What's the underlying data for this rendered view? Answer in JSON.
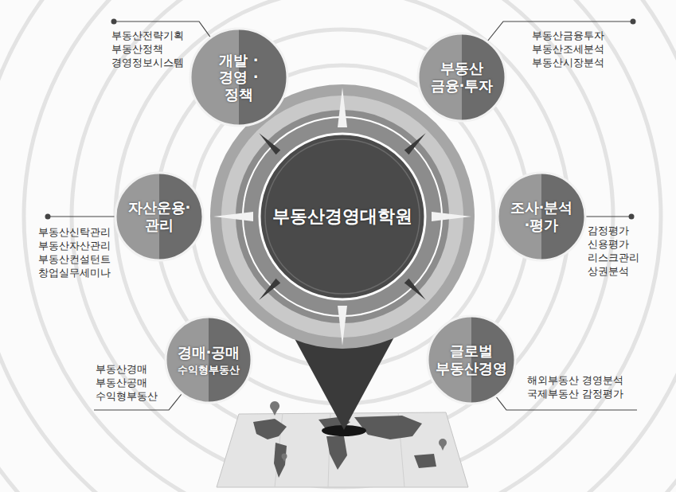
{
  "diagram": {
    "nodes": [
      {
        "text": [
          "개발 · 경영 · 정책"
        ]
      },
      {
        "text": [
          "부동산 금융·투자"
        ]
      },
      {
        "text": [
          "자산운용· 관리"
        ]
      },
      {
        "text": [
          "부동산경영대학원"
        ]
      },
      {
        "text": [
          "조사·분석 ·평가"
        ]
      },
      {
        "text": [
          "경매·공매",
          "수익형부동산"
        ]
      },
      {
        "text": [
          "글로벌 부동산경영"
        ]
      }
    ],
    "labels": [
      "부동산전략기획",
      "부동산정책",
      "경영정보시스템",
      "부동산금융투자",
      "부동산조세분석",
      "부동산시장분석",
      "부동산신탁관리",
      "부동산자산관리",
      "부동산컨설턴트",
      "창업실무세미나",
      "감정평가",
      "신용평가",
      "리스크관리",
      "상권분석",
      "부동산경매",
      "부동산공매",
      "수익형부동산",
      "해외부동산 경영분석",
      "국제부동산 감정평가"
    ]
  }
}
